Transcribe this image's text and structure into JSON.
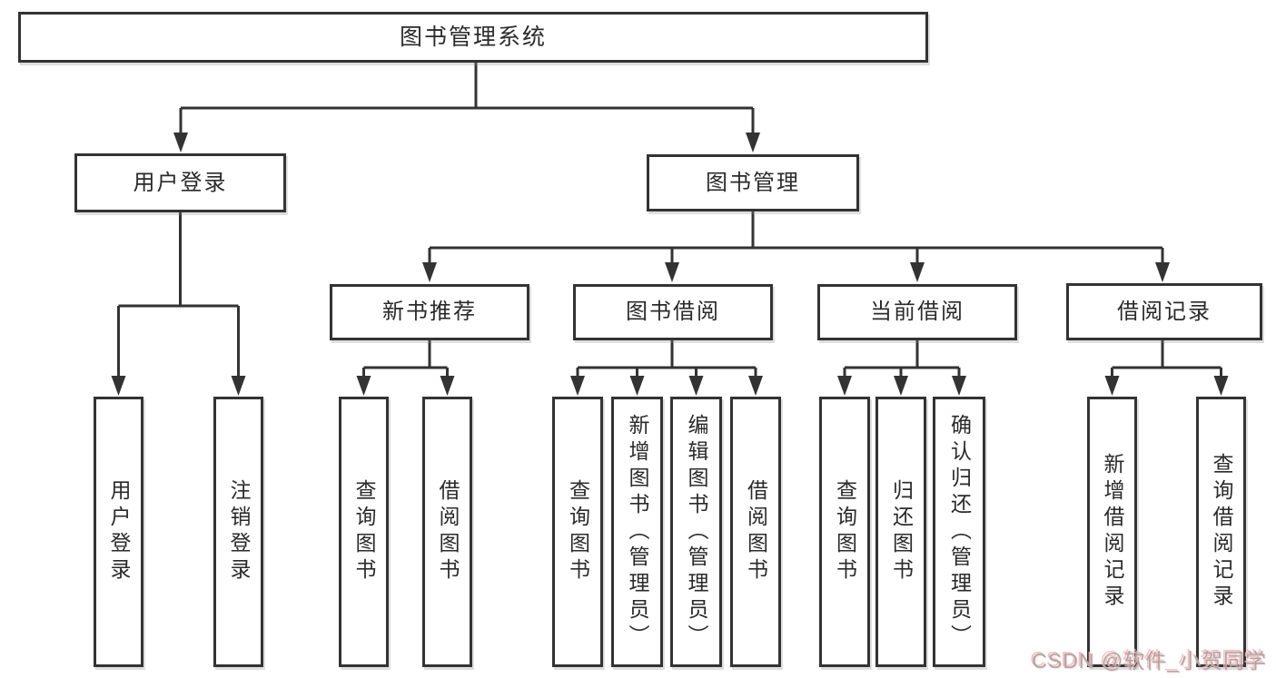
{
  "tree": {
    "root": {
      "label": "图书管理系统"
    },
    "branches": [
      {
        "label": "用户登录",
        "children": [
          {
            "label": "用户登录"
          },
          {
            "label": "注销登录"
          }
        ]
      },
      {
        "label": "图书管理",
        "groups": [
          {
            "label": "新书推荐",
            "children": [
              {
                "label": "查询图书"
              },
              {
                "label": "借阅图书"
              }
            ]
          },
          {
            "label": "图书借阅",
            "children": [
              {
                "label": "查询图书"
              },
              {
                "label": "新增图书（管理员）"
              },
              {
                "label": "编辑图书（管理员）"
              },
              {
                "label": "借阅图书"
              }
            ]
          },
          {
            "label": "当前借阅",
            "children": [
              {
                "label": "查询图书"
              },
              {
                "label": "归还图书"
              },
              {
                "label": "确认归还（管理员）"
              }
            ]
          },
          {
            "label": "借阅记录",
            "children": [
              {
                "label": "新增借阅记录"
              },
              {
                "label": "查询借阅记录"
              }
            ]
          }
        ]
      }
    ]
  },
  "watermark": {
    "text": "CSDN @软件_小贺同学"
  },
  "colors": {
    "line": "#333333",
    "text": "#2a2a2a",
    "background": "#ffffff",
    "watermark_text": "#a8a8a8",
    "watermark_glow": "#ffb3b3"
  }
}
